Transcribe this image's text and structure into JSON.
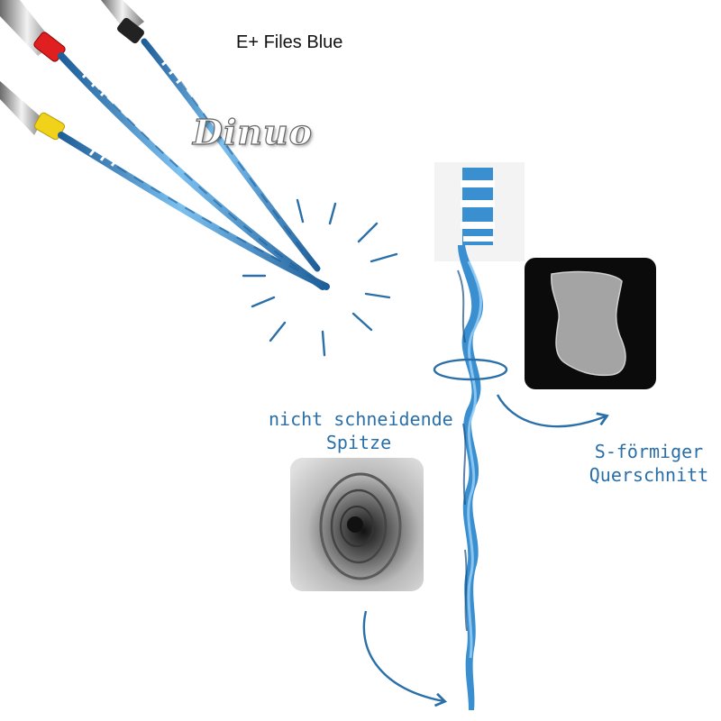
{
  "title": "E+ Files Blue",
  "watermark": "Dinuo",
  "annotations": {
    "tip_line1": "nicht schneidende",
    "tip_line2": "Spitze",
    "cross_line1": "S-förmiger",
    "cross_line2": "Querschnitt"
  },
  "files": [
    {
      "handle_color": "#e02020",
      "name": "red-handle-file"
    },
    {
      "handle_color": "#222222",
      "name": "black-handle-file"
    },
    {
      "handle_color": "#f0d21a",
      "name": "yellow-handle-file"
    }
  ],
  "colors": {
    "file_blue": "#3a8fd0",
    "annotation_blue": "#2a6fa8",
    "text": "#111111"
  }
}
